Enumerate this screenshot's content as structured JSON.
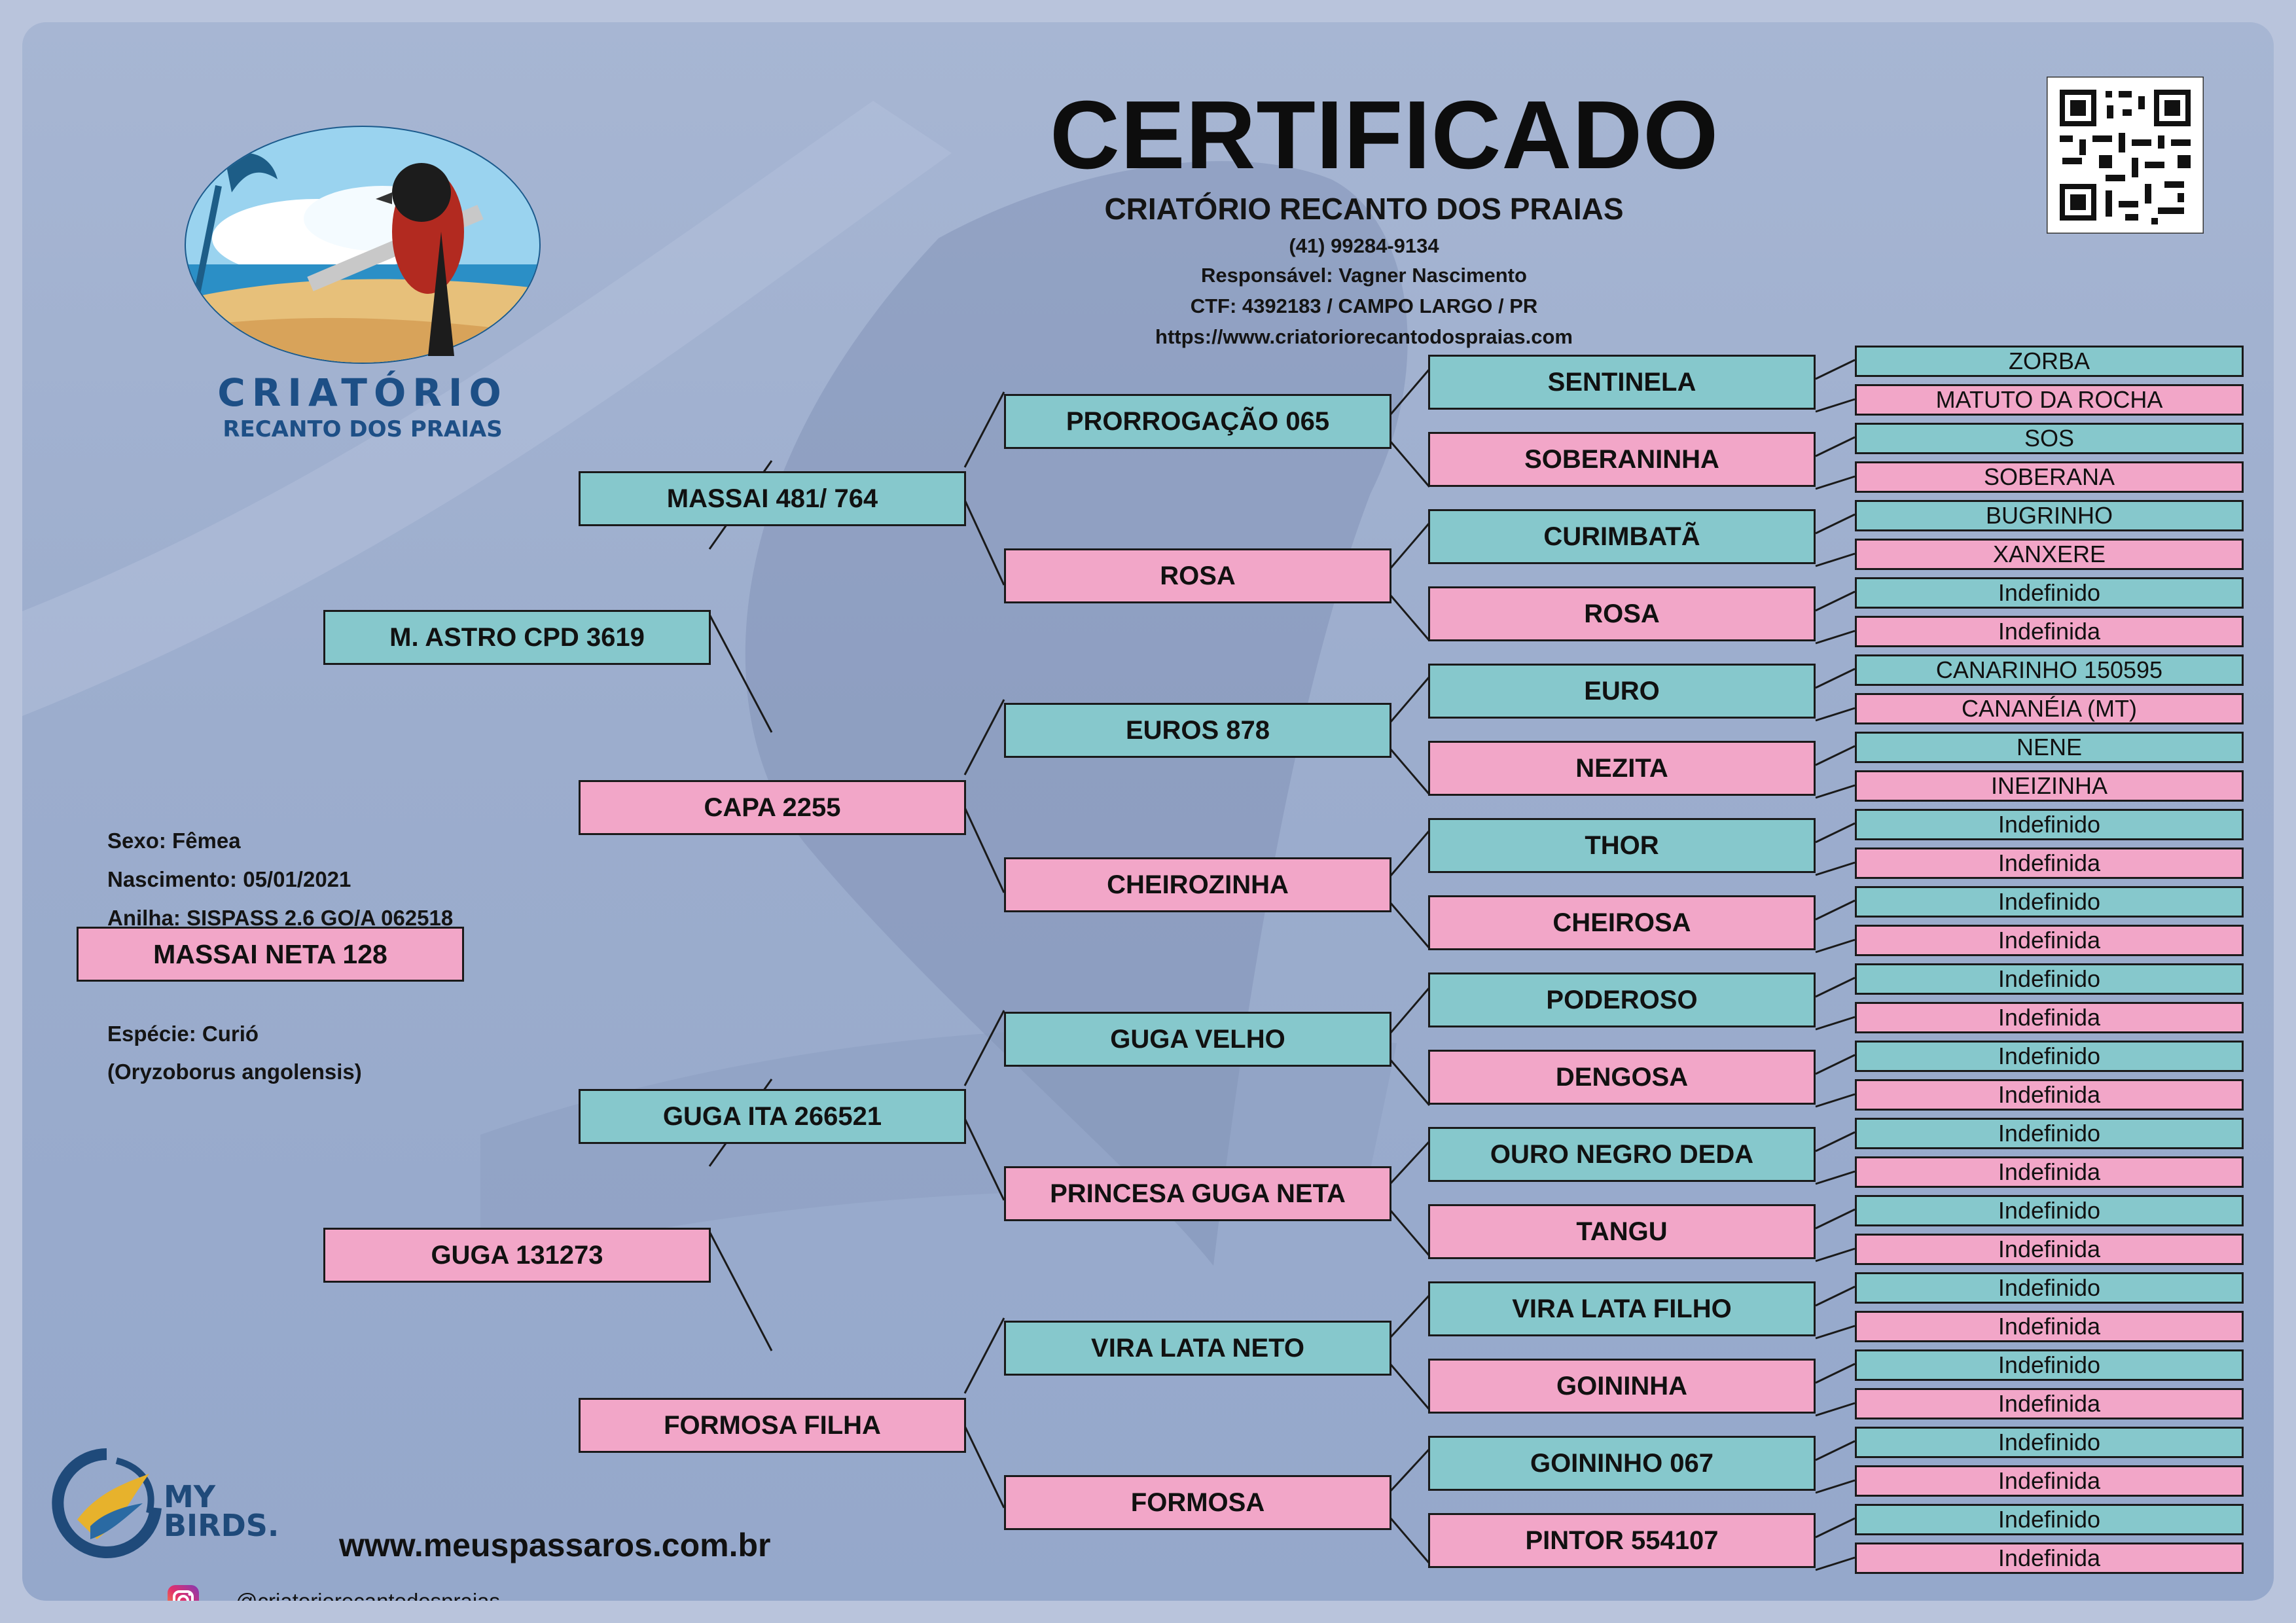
{
  "header": {
    "title": "CERTIFICADO",
    "breeder": "CRIATÓRIO RECANTO DOS PRAIAS",
    "phone": "(41) 99284-9134",
    "responsible": "Responsável: Vagner Nascimento",
    "ctf": "CTF: 4392183 / CAMPO LARGO / PR",
    "website": "https://www.criatoriorecantodospraias.com"
  },
  "logo": {
    "line1": "CRIATÓRIO",
    "line2": "RECANTO DOS PRAIAS"
  },
  "subject": {
    "sex": "Sexo: Fêmea",
    "birth": "Nascimento: 05/01/2021",
    "ring": "Anilha: SISPASS 2.6 GO/A 062518",
    "name": "MASSAI NETA 128",
    "species": "Espécie: Curió",
    "scientific": "(Oryzoborus angolensis)"
  },
  "pedigree": {
    "parents": [
      "M. ASTRO CPD 3619",
      "GUGA 131273"
    ],
    "grandparents": [
      "MASSAI 481/ 764",
      "CAPA 2255",
      "GUGA ITA 266521",
      "FORMOSA FILHA"
    ],
    "great_grandparents": [
      "PRORROGAÇÃO 065",
      "ROSA",
      "EUROS 878",
      "CHEIROZINHA",
      "GUGA VELHO",
      "PRINCESA GUGA NETA",
      "VIRA LATA NETO",
      "FORMOSA"
    ],
    "gen4": [
      "SENTINELA",
      "SOBERANINHA",
      "CURIMBATÃ",
      "ROSA",
      "EURO",
      "NEZITA",
      "THOR",
      "CHEIROSA",
      "PODEROSO",
      "DENGOSA",
      "OURO NEGRO DEDA",
      "TANGU",
      "VIRA LATA FILHO",
      "GOININHA",
      "GOININHO 067",
      "PINTOR 554107"
    ],
    "gen5": [
      "ZORBA",
      "MATUTO DA ROCHA",
      "SOS",
      "SOBERANA",
      "BUGRINHO",
      "XANXERE",
      "Indefinido",
      "Indefinida",
      "CANARINHO 150595",
      "CANANÉIA (MT)",
      "NENE",
      "INEIZINHA",
      "Indefinido",
      "Indefinida",
      "Indefinido",
      "Indefinida",
      "Indefinido",
      "Indefinida",
      "Indefinido",
      "Indefinida",
      "Indefinido",
      "Indefinida",
      "Indefinido",
      "Indefinida",
      "Indefinido",
      "Indefinida",
      "Indefinido",
      "Indefinida",
      "Indefinido",
      "Indefinida",
      "Indefinido",
      "Indefinida"
    ]
  },
  "footer": {
    "brand_line1": "MY",
    "brand_line2": "BIRDS.",
    "url": "www.meuspassaros.com.br",
    "instagram": "@criatoriorecantodospraias"
  },
  "colors": {
    "male": "#86c8cc",
    "female": "#f2a6c8",
    "background": "#a7b6d3"
  }
}
